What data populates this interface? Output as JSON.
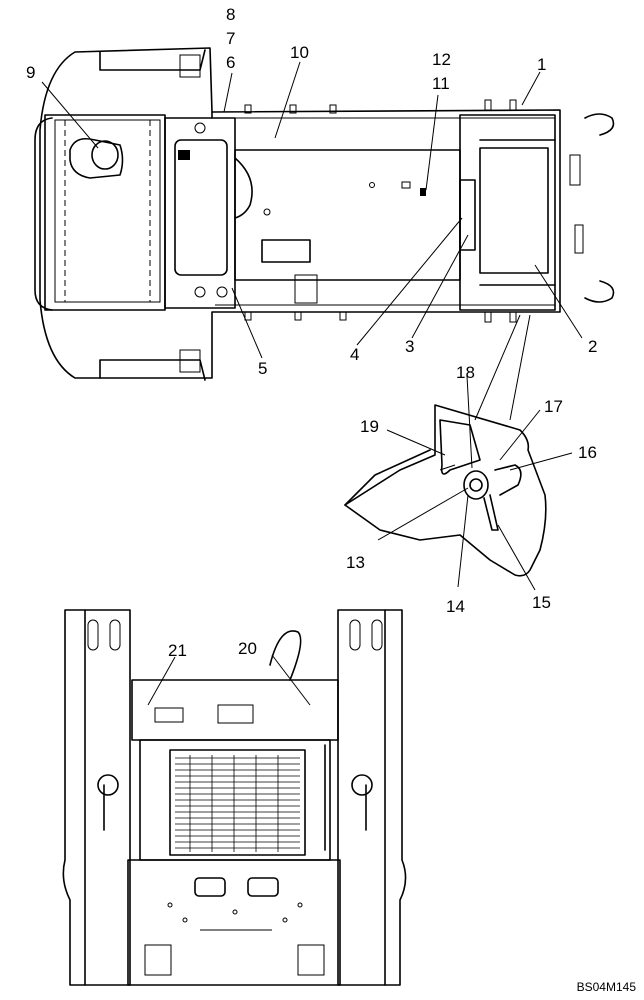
{
  "callouts": {
    "c1": "1",
    "c2": "2",
    "c3": "3",
    "c4": "4",
    "c5": "5",
    "c6": "6",
    "c7": "7",
    "c8": "8",
    "c9": "9",
    "c10": "10",
    "c11": "11",
    "c12": "12",
    "c13": "13",
    "c14": "14",
    "c15": "15",
    "c16": "16",
    "c17": "17",
    "c18": "18",
    "c19": "19",
    "c20": "20",
    "c21": "21"
  },
  "drawing_code": "BS04M145"
}
